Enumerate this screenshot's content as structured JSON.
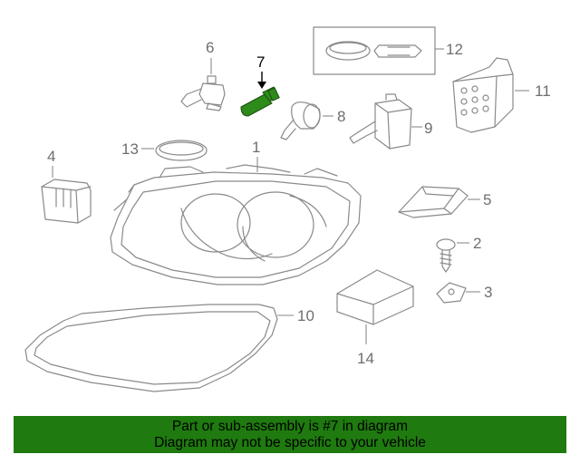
{
  "callouts": {
    "c1": "1",
    "c2": "2",
    "c3": "3",
    "c4": "4",
    "c5": "5",
    "c6": "6",
    "c7": "7",
    "c8": "8",
    "c9": "9",
    "c10": "10",
    "c11": "11",
    "c12": "12",
    "c13": "13",
    "c14": "14"
  },
  "highlighted_part": "7",
  "colors": {
    "highlight_part": "#2e8b1a",
    "banner_bg": "#1f7a0f",
    "line_art": "#8a8a8a"
  },
  "banner": {
    "line1": "Part or sub-assembly is #7 in diagram",
    "line2": "Diagram may not be specific to your vehicle"
  }
}
